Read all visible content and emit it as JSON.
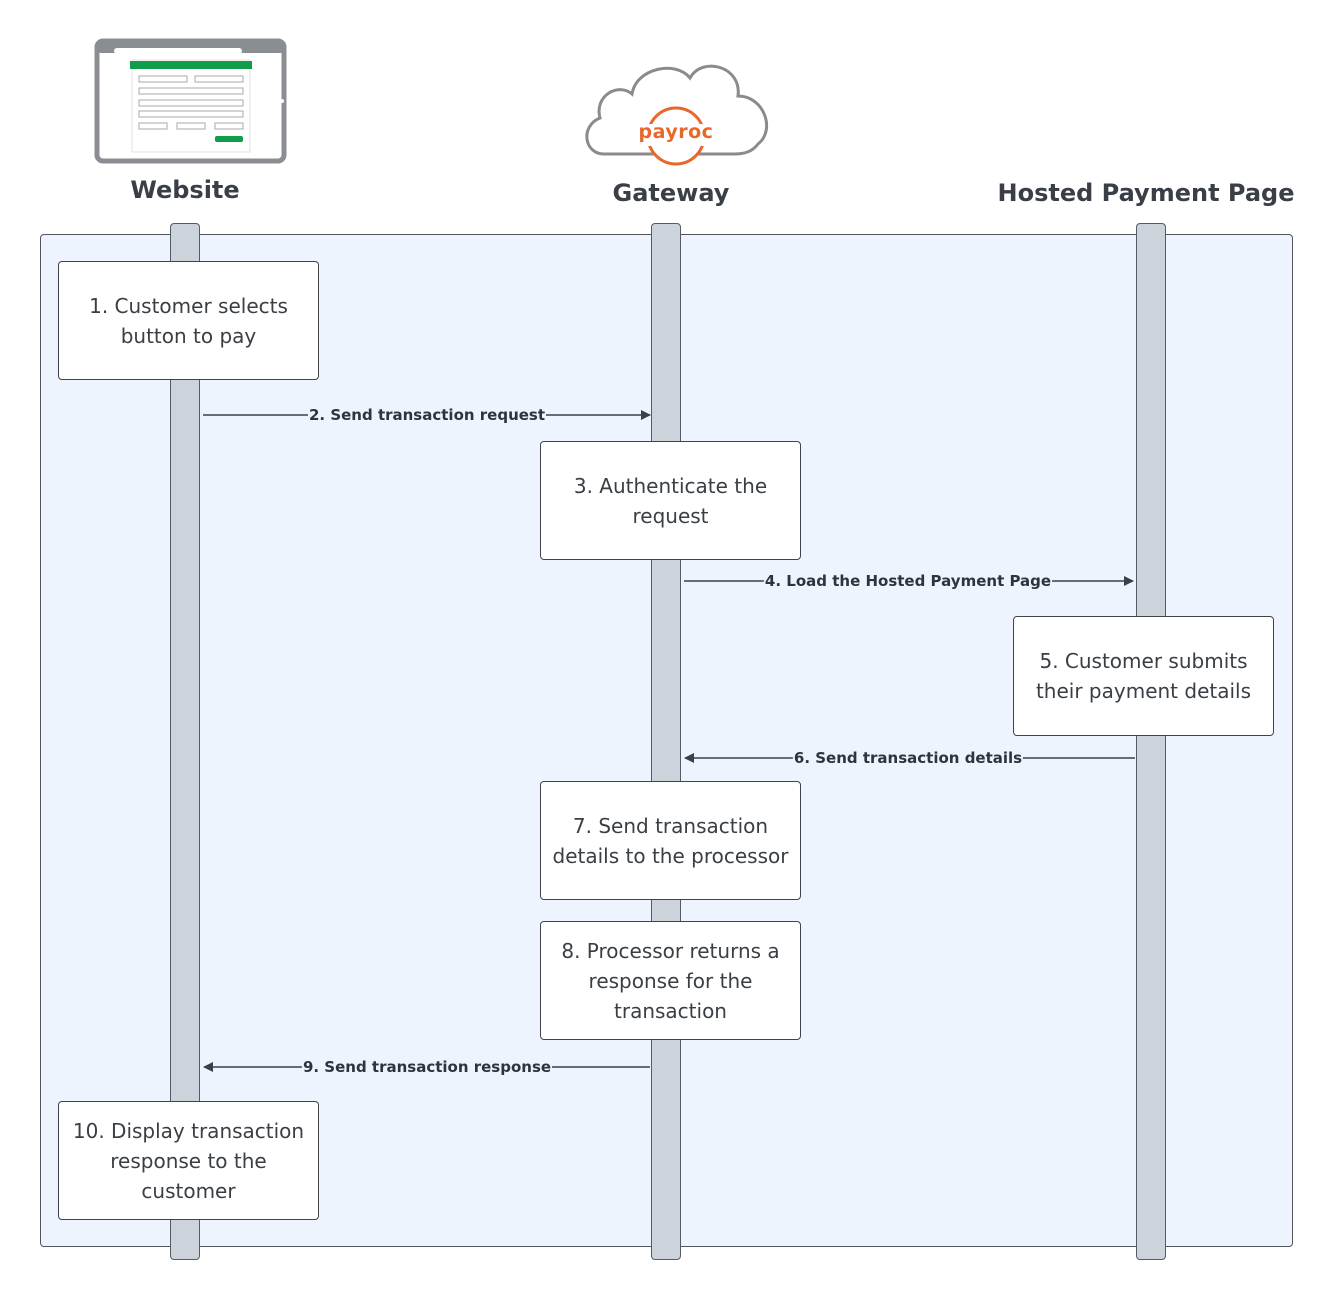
{
  "actors": {
    "website": "Website",
    "gateway": "Gateway",
    "hpp": "Hosted Payment Page"
  },
  "logo_text": "payroc",
  "steps": [
    "1. Customer selects button to pay",
    "3. Authenticate the request",
    "5. Customer submits their payment details",
    "7. Send transaction details to the processor",
    "8. Processor returns a response for the transaction",
    "10. Display transaction response to the customer"
  ],
  "messages": [
    "2. Send transaction request",
    "4. Load the Hosted Payment Page",
    "6. Send transaction details",
    "9. Send transaction response"
  ],
  "colors": {
    "frame_bg": "#edf4fe",
    "lifeline": "#cdd3da",
    "brand_orange": "#e8672a",
    "website_green": "#0f9d4a",
    "cloud": "#8b8b8b"
  }
}
